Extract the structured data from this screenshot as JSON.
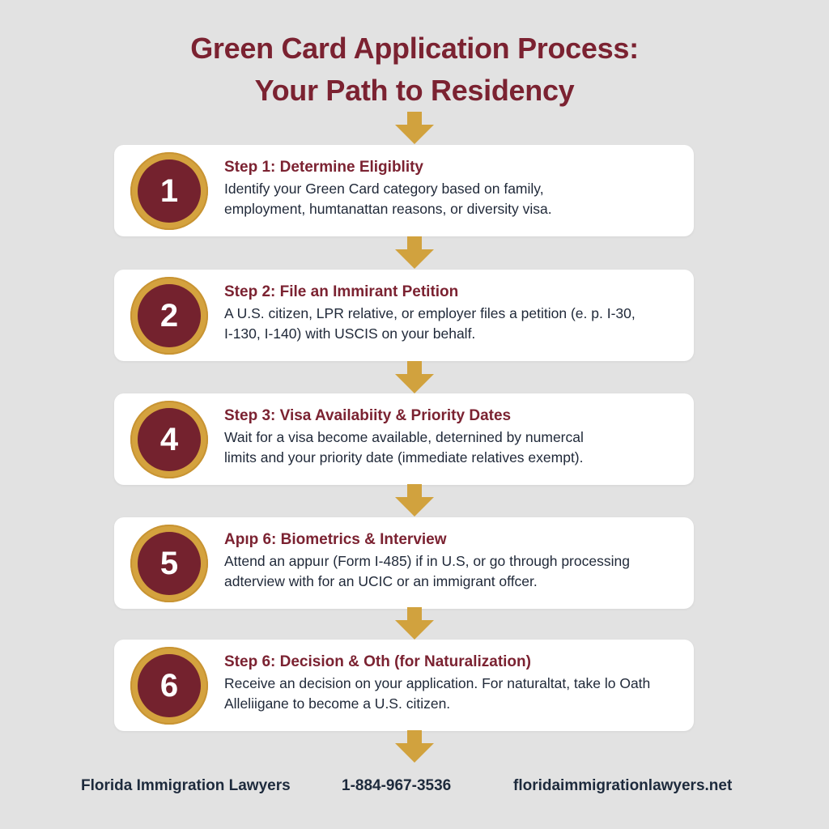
{
  "header": {
    "title_line1": "Green Card Application Process:",
    "title_line2": "Your Path to Residency"
  },
  "colors": {
    "background": "#e2e2e2",
    "accent_maroon": "#7b2231",
    "badge_gold": "#d4a23e",
    "arrow_gold": "#d1a23e",
    "card": "#ffffff",
    "body_text": "#1f2838"
  },
  "icons": {
    "arrow": "arrow-down-icon"
  },
  "steps": [
    {
      "badge": "1",
      "title": "Step 1: Determine Eligiblity",
      "desc_line1": "Identify your Green Card category based on family,",
      "desc_line2": "employment, humtanattan reasons, or diversity visa."
    },
    {
      "badge": "2",
      "title": "Step 2: File an Immirant Petition",
      "desc_line1": "A U.S. citizen, LPR relative, or employer files a petition (e. p. I-30,",
      "desc_line2": "I-130, I-140) with USCIS on your behalf."
    },
    {
      "badge": "4",
      "title": "Step 3: Visa Availabiity & Priority Dates",
      "desc_line1": "Wait for a visa become available, deternined by numercal",
      "desc_line2": "limits and your priority date (immediate relatives exempt)."
    },
    {
      "badge": "5",
      "title": "Apıp 6: Biometrics & Interview",
      "desc_line1": "Attend an appuır (Form I-485) if in U.S, or go through processing",
      "desc_line2": "adterview with for an UCIC or an immigrant offcer."
    },
    {
      "badge": "6",
      "title": "Step 6: Decision & Oth (for Naturalization)",
      "desc_line1": "Receive an decision on your application. For naturaltat, take lo Oath",
      "desc_line2": "Alleliigane to become a U.S. citizen."
    }
  ],
  "footer": {
    "firm_name": "Florida Immigration Lawyers",
    "phone": "1-884-967-3536",
    "website": "floridaimmigrationlawyers.net"
  }
}
